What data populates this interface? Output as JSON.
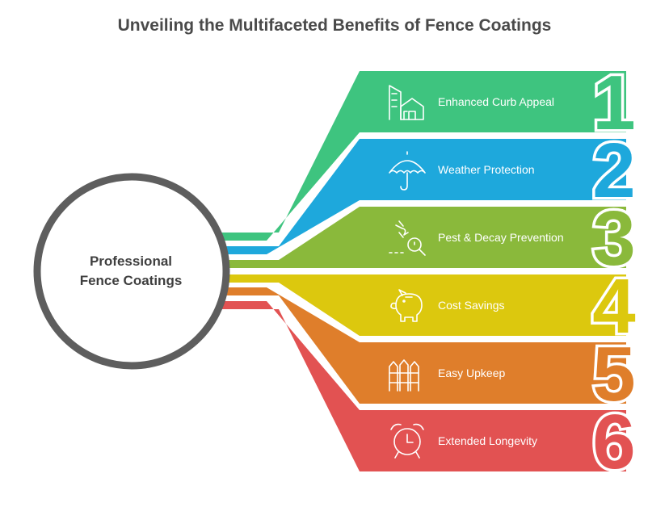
{
  "title": "Unveiling the Multifaceted Benefits of Fence Coatings",
  "center": {
    "line1": "Professional",
    "line2": "Fence Coatings"
  },
  "items": [
    {
      "number": "1",
      "label": "Enhanced Curb Appeal",
      "icon": "house-buildings-icon",
      "color": "#3ec47f"
    },
    {
      "number": "2",
      "label": "Weather Protection",
      "icon": "umbrella-icon",
      "color": "#1ea8dc"
    },
    {
      "number": "3",
      "label": "Pest & Decay Prevention",
      "icon": "bug-magnifier-icon",
      "color": "#8ab93b"
    },
    {
      "number": "4",
      "label": "Cost Savings",
      "icon": "piggy-bank-icon",
      "color": "#dcc80e"
    },
    {
      "number": "5",
      "label": "Easy Upkeep",
      "icon": "fence-icon",
      "color": "#df7e2b"
    },
    {
      "number": "6",
      "label": "Extended Longevity",
      "icon": "alarm-clock-icon",
      "color": "#e25252"
    }
  ],
  "colors": {
    "circle": "#5e5e5e",
    "title": "#4a4a4a"
  }
}
